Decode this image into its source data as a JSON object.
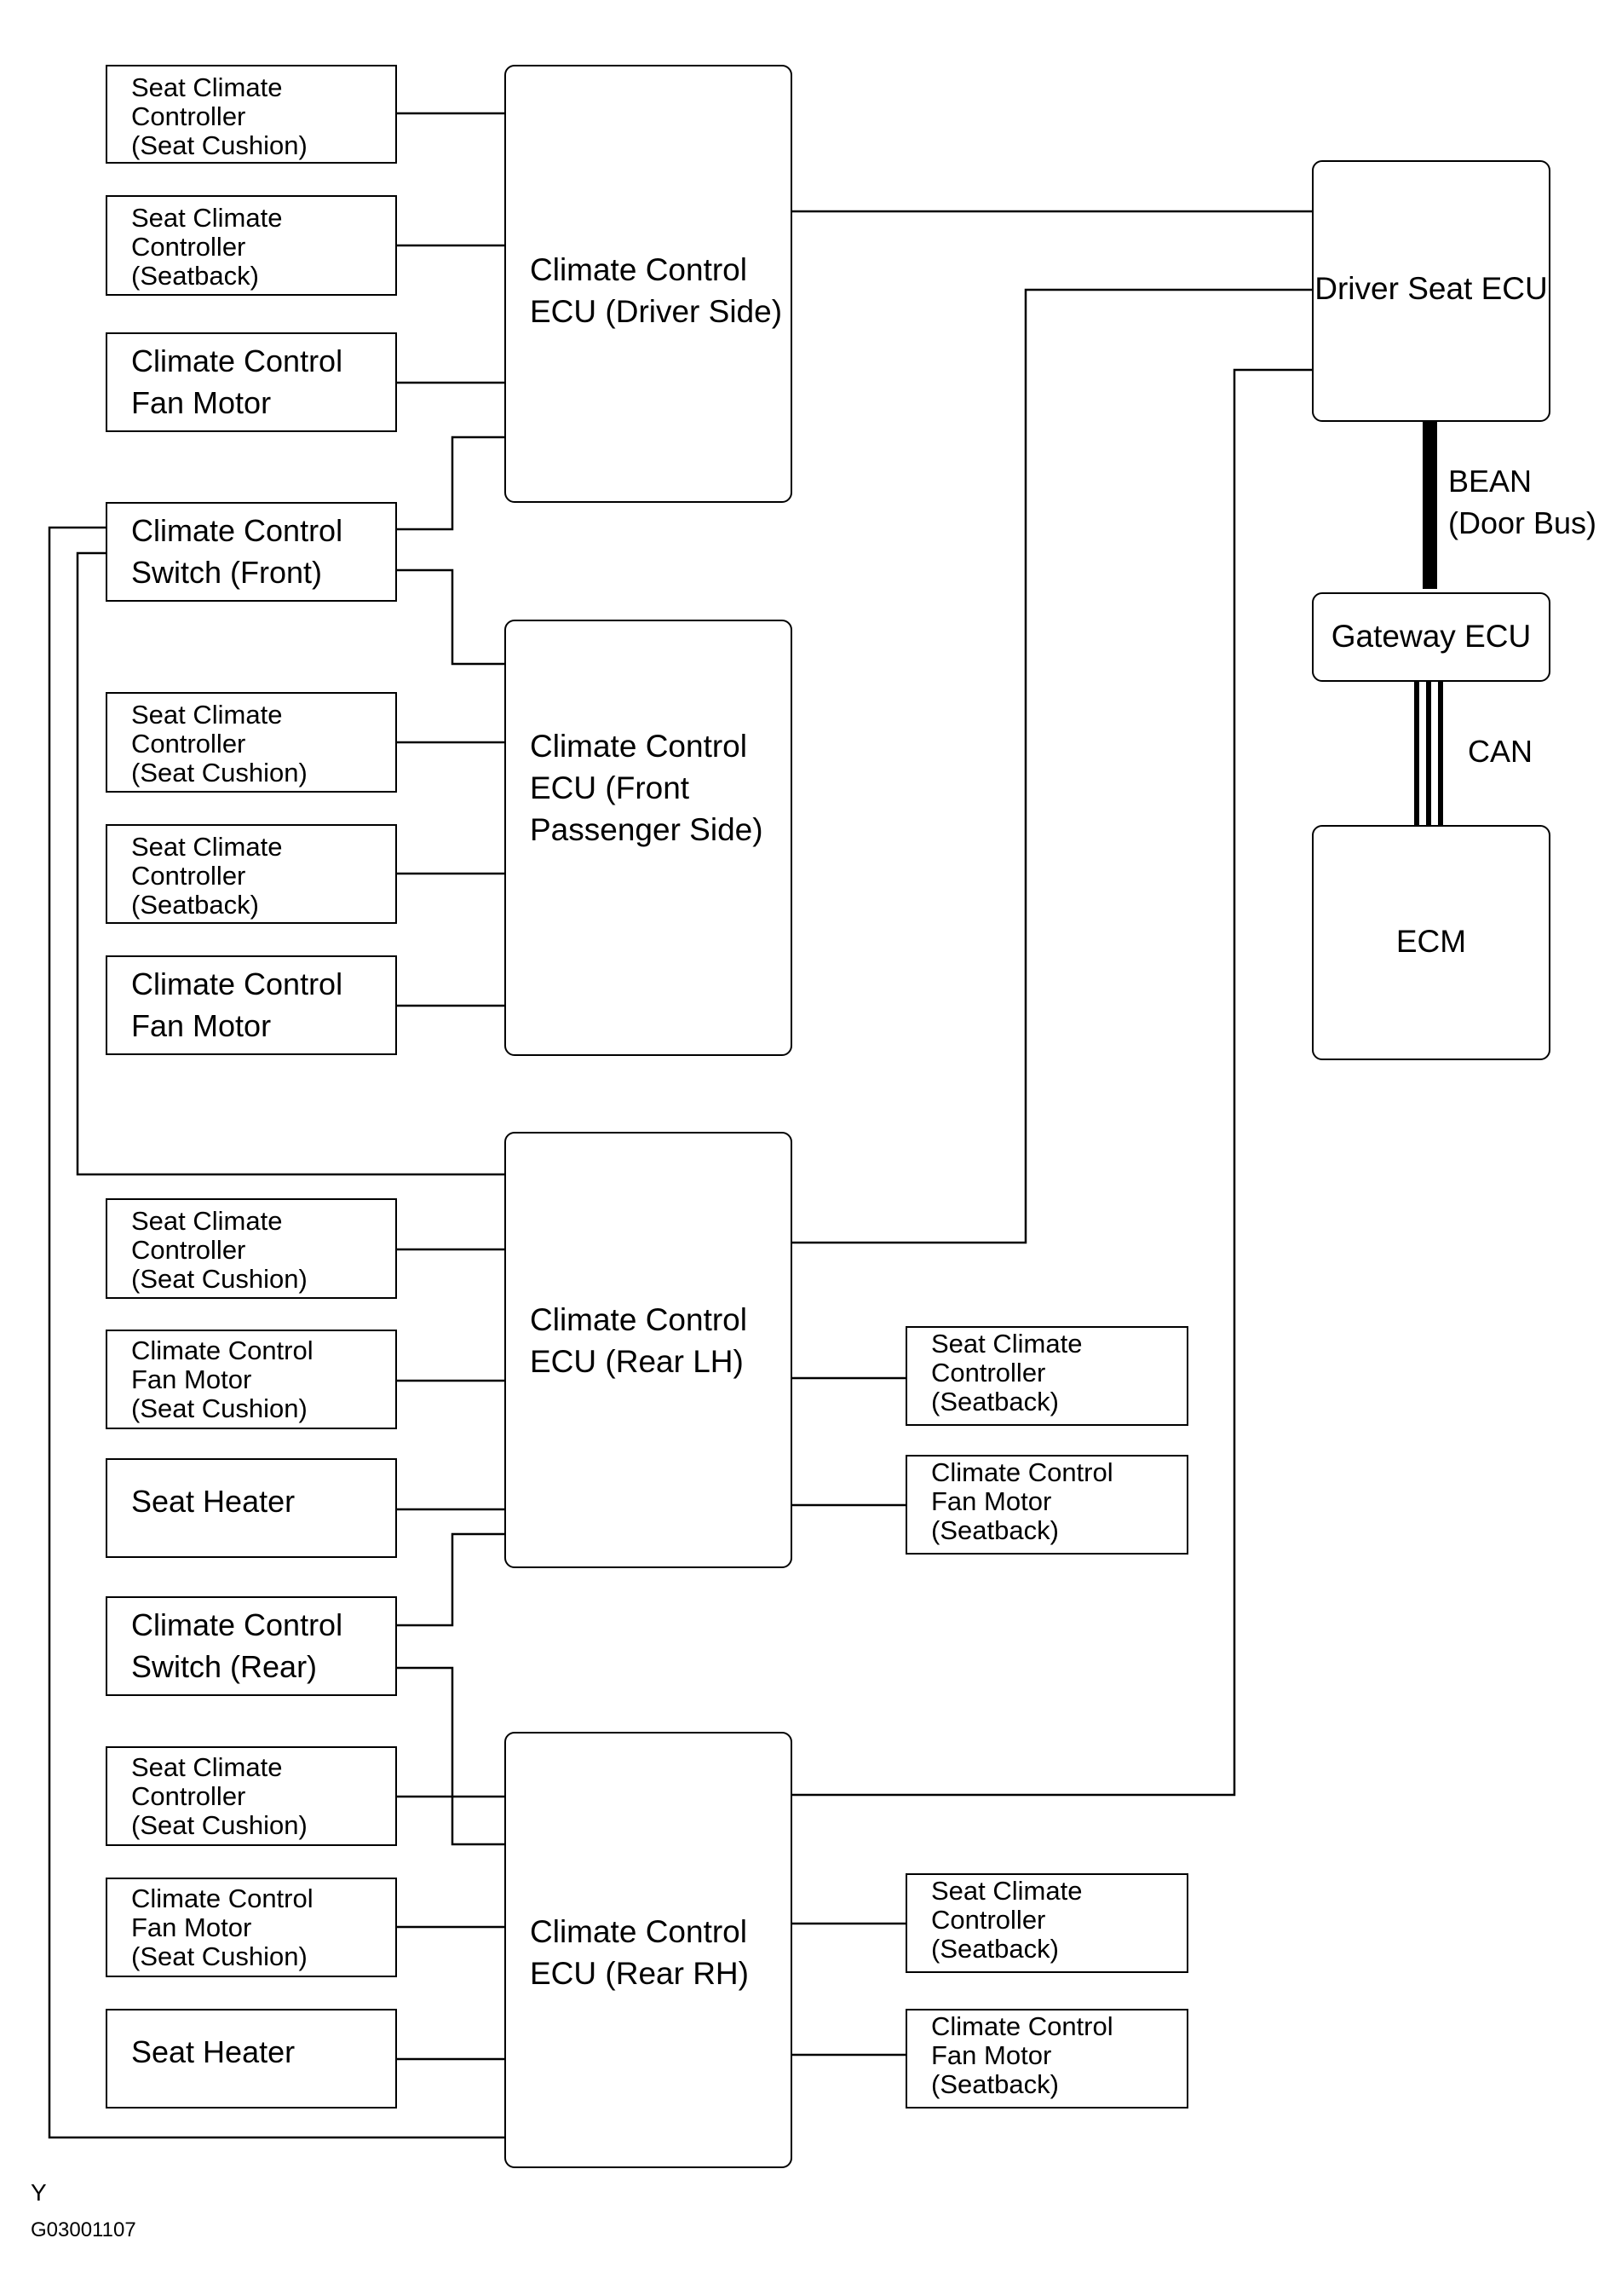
{
  "blocks": {
    "seat_climate_controller_seat_cushion": "Seat Climate\nController\n(Seat Cushion)",
    "seat_climate_controller_seatback": "Seat Climate\nController\n(Seatback)",
    "climate_control_fan_motor": "Climate Control\nFan Motor",
    "climate_control_fan_motor_seat_cushion": "Climate Control\nFan Motor\n(Seat Cushion)",
    "climate_control_fan_motor_seatback": "Climate Control\nFan Motor\n(Seatback)",
    "seat_heater": "Seat Heater",
    "climate_control_switch_front": "Climate Control\nSwitch (Front)",
    "climate_control_switch_rear": "Climate Control\nSwitch (Rear)",
    "ecu_driver_side": "Climate Control\nECU (Driver Side)",
    "ecu_front_passenger_side": "Climate Control\nECU (Front\nPassenger Side)",
    "ecu_rear_lh": "Climate Control\nECU (Rear LH)",
    "ecu_rear_rh": "Climate Control\nECU (Rear RH)",
    "driver_seat_ecu": "Driver Seat ECU",
    "gateway_ecu": "Gateway ECU",
    "ecm": "ECM"
  },
  "bus_labels": {
    "bean": "BEAN\n(Door Bus)",
    "can": "CAN"
  },
  "footer": {
    "marker": "Y",
    "figure_id": "G03001107"
  }
}
